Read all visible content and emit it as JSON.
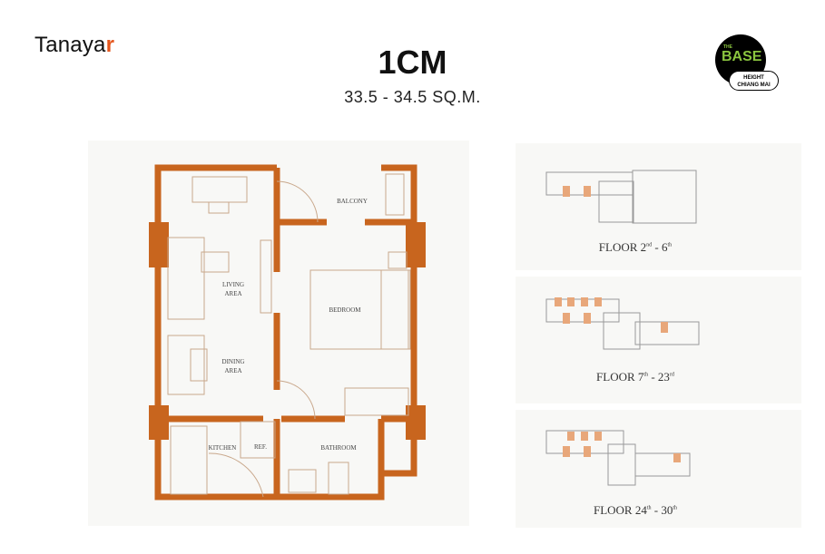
{
  "brand": {
    "name": "Tanaya",
    "suffix": "r"
  },
  "unit": {
    "type": "1CM",
    "size": "33.5 - 34.5 SQ.M."
  },
  "project_logo": {
    "line1": "THE",
    "line2": "BASE",
    "line3": "HEIGHT",
    "line4": "CHIANG MAI",
    "accent": "#8bc53f"
  },
  "rooms": {
    "balcony": "BALCONY",
    "living": "LIVING",
    "living2": "AREA",
    "bedroom": "BEDROOM",
    "dining": "DINING",
    "dining2": "AREA",
    "kitchen": "KITCHEN",
    "ref": "REF.",
    "bathroom": "BATHROOM"
  },
  "floors": [
    {
      "label": "FLOOR 2",
      "sup1": "nd",
      "mid": " - 6",
      "sup2": "th"
    },
    {
      "label": "FLOOR 7",
      "sup1": "th",
      "mid": " - 23",
      "sup2": "rd"
    },
    {
      "label": "FLOOR 24",
      "sup1": "th",
      "mid": " - 30",
      "sup2": "th"
    }
  ],
  "colors": {
    "wall": "#c8651e",
    "highlight": "#e8a77a"
  }
}
